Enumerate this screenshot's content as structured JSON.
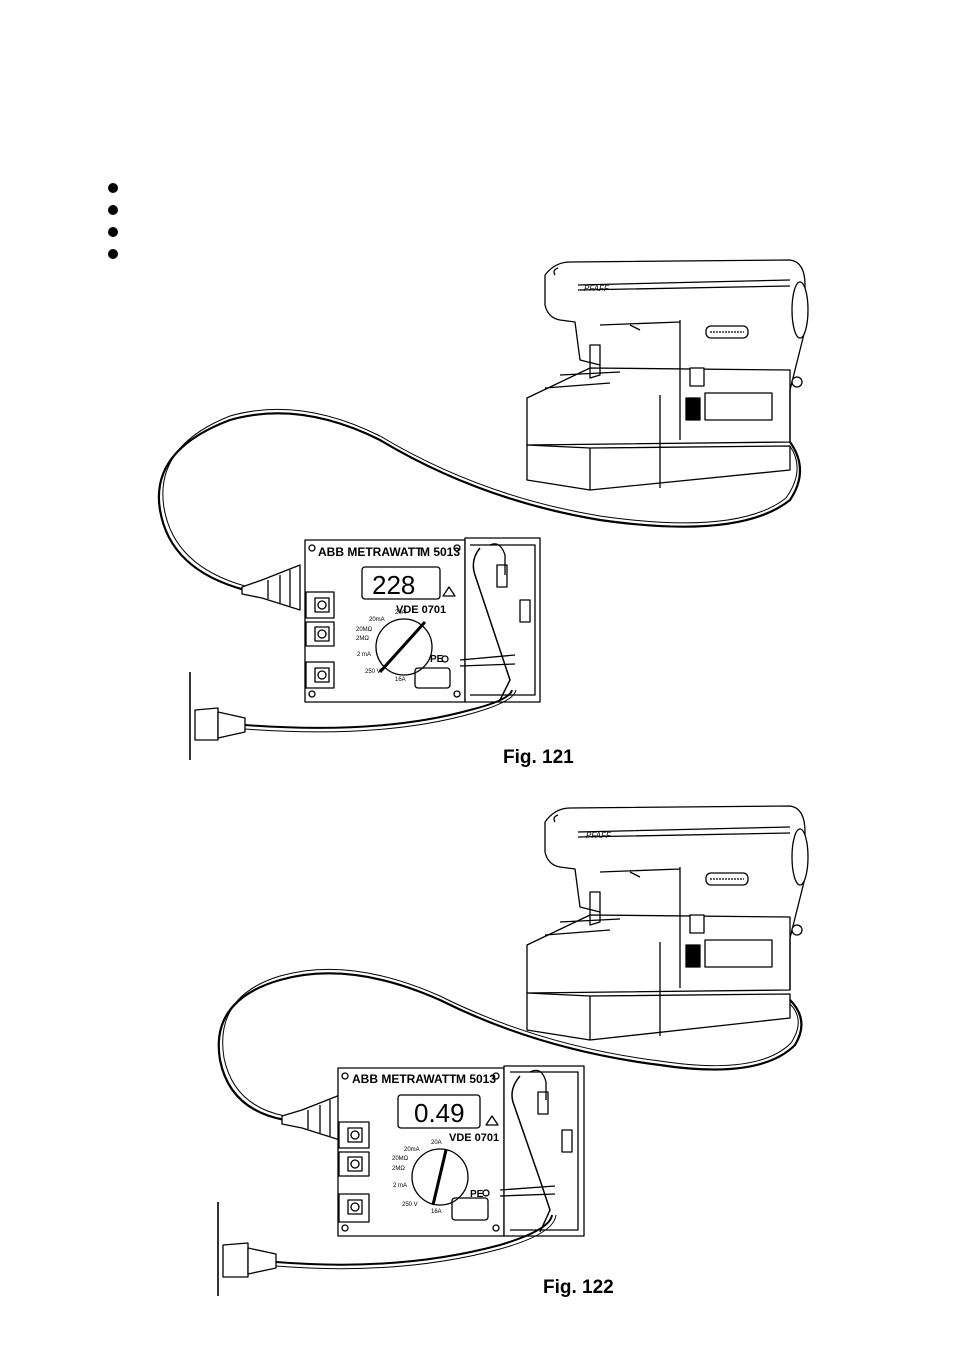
{
  "bullets": [
    "",
    "",
    "",
    ""
  ],
  "figures": [
    {
      "caption": "Fig. 121",
      "machine_brand": "PFAFF",
      "meter": {
        "brand": "ABB METRAWATT",
        "model": "M 5013",
        "display_value": "228",
        "standard": "VDE 0701",
        "pe_label": "PE",
        "dial": [
          "20mA",
          "20A",
          "20MΩ",
          "2MΩ",
          "2 mA",
          "250 V",
          "16A"
        ]
      }
    },
    {
      "caption": "Fig. 122",
      "machine_brand": "PFAFF",
      "meter": {
        "brand": "ABB METRAWATT",
        "model": "M 5013",
        "display_value": "0.49",
        "standard": "VDE 0701",
        "pe_label": "PE",
        "dial": [
          "20mA",
          "20A",
          "20MΩ",
          "2MΩ",
          "2 mA",
          "250 V",
          "16A"
        ]
      }
    }
  ]
}
